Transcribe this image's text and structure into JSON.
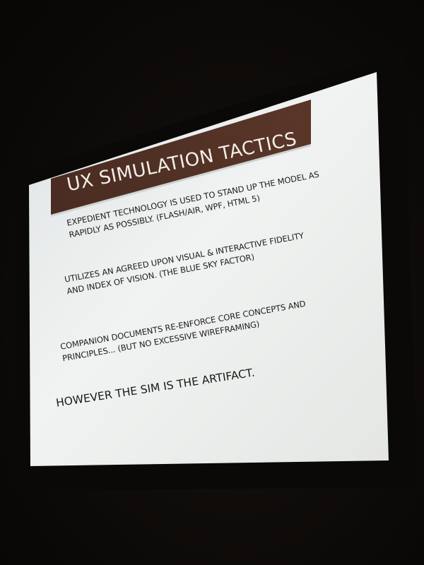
{
  "slide": {
    "title": "UX SIMULATION TACTICS",
    "bullets": [
      {
        "line1": "EXPEDIENT TECHNOLOGY IS USED TO STAND UP THE MODEL AS",
        "line2": "RAPIDLY AS POSSIBLY.  (FLASH/AIR, WPF, HTML 5)"
      },
      {
        "line1": "UTILIZES AN AGREED UPON VISUAL & INTERACTIVE FIDELITY",
        "line2": "AND INDEX OF VISION.  (THE BLUE SKY FACTOR)"
      },
      {
        "line1": "COMPANION DOCUMENTS RE-ENFORCE CORE CONCEPTS AND",
        "line2": "PRINCIPLES... (BUT NO EXCESSIVE WIREFRAMING)"
      }
    ],
    "conclusion": "HOWEVER THE SIM IS THE ARTIFACT."
  },
  "colors": {
    "room": "#0f0c0a",
    "screen_border": "#0a0908",
    "slide_background": "#eef0ef",
    "title_bar": "#4a2c22",
    "title_text": "#f3efe9",
    "body_text": "#1d1c1b"
  }
}
